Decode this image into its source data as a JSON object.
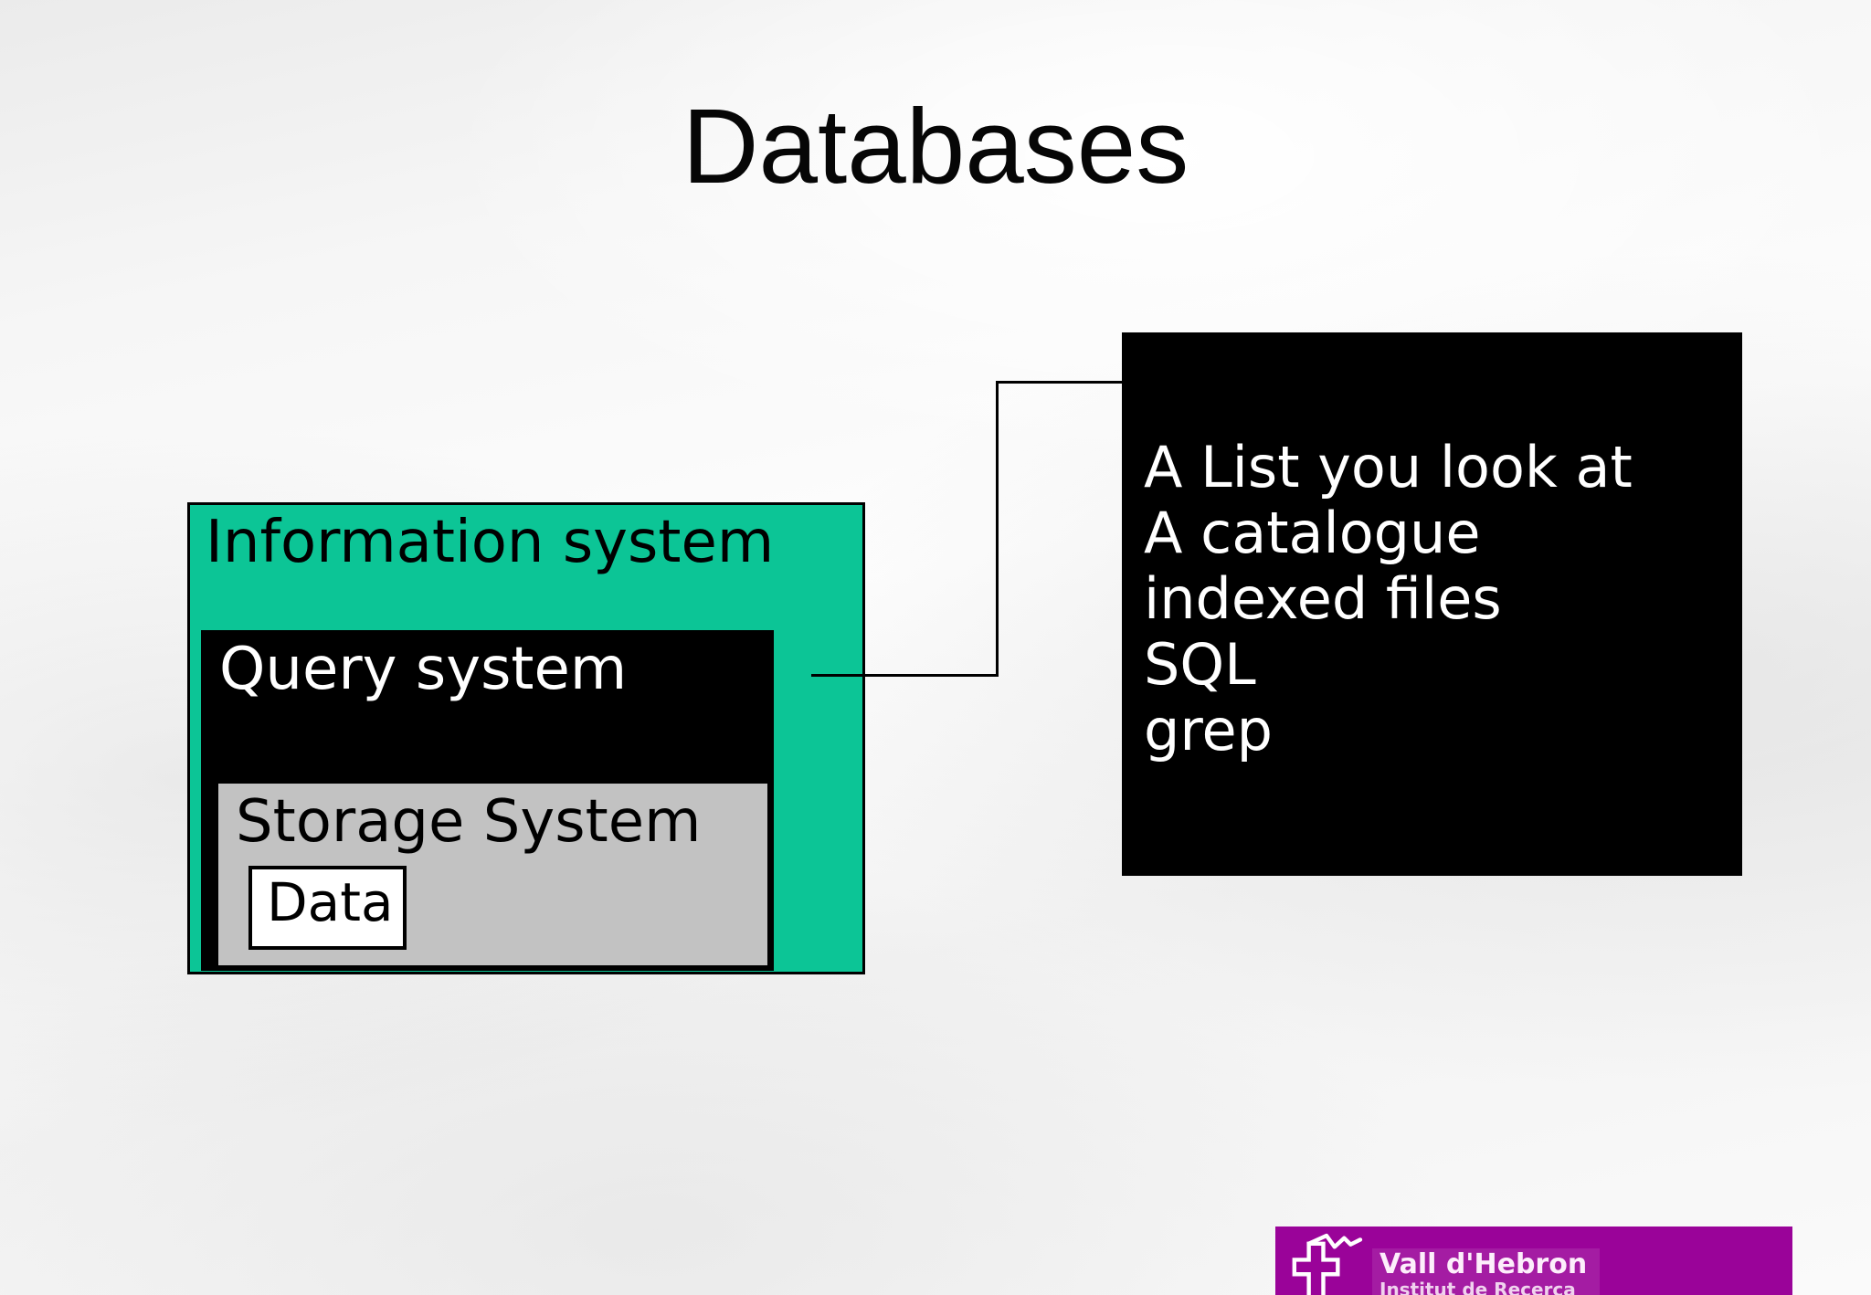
{
  "slide": {
    "title": "Databases",
    "boxes": {
      "information_system": "Information system",
      "query_system": "Query system",
      "storage_system": "Storage System",
      "data": "Data"
    },
    "examples": {
      "lines": [
        "A List you look at",
        "A catalogue",
        "indexed files",
        "SQL",
        "grep"
      ]
    },
    "logo": {
      "name": "Vall d'Hebron",
      "subtitle": "Institut de Recerca"
    },
    "colors": {
      "green": "#0cc596",
      "gray": "#c2c2c2",
      "purple": "#9a0399",
      "box_black": "#000000"
    }
  }
}
